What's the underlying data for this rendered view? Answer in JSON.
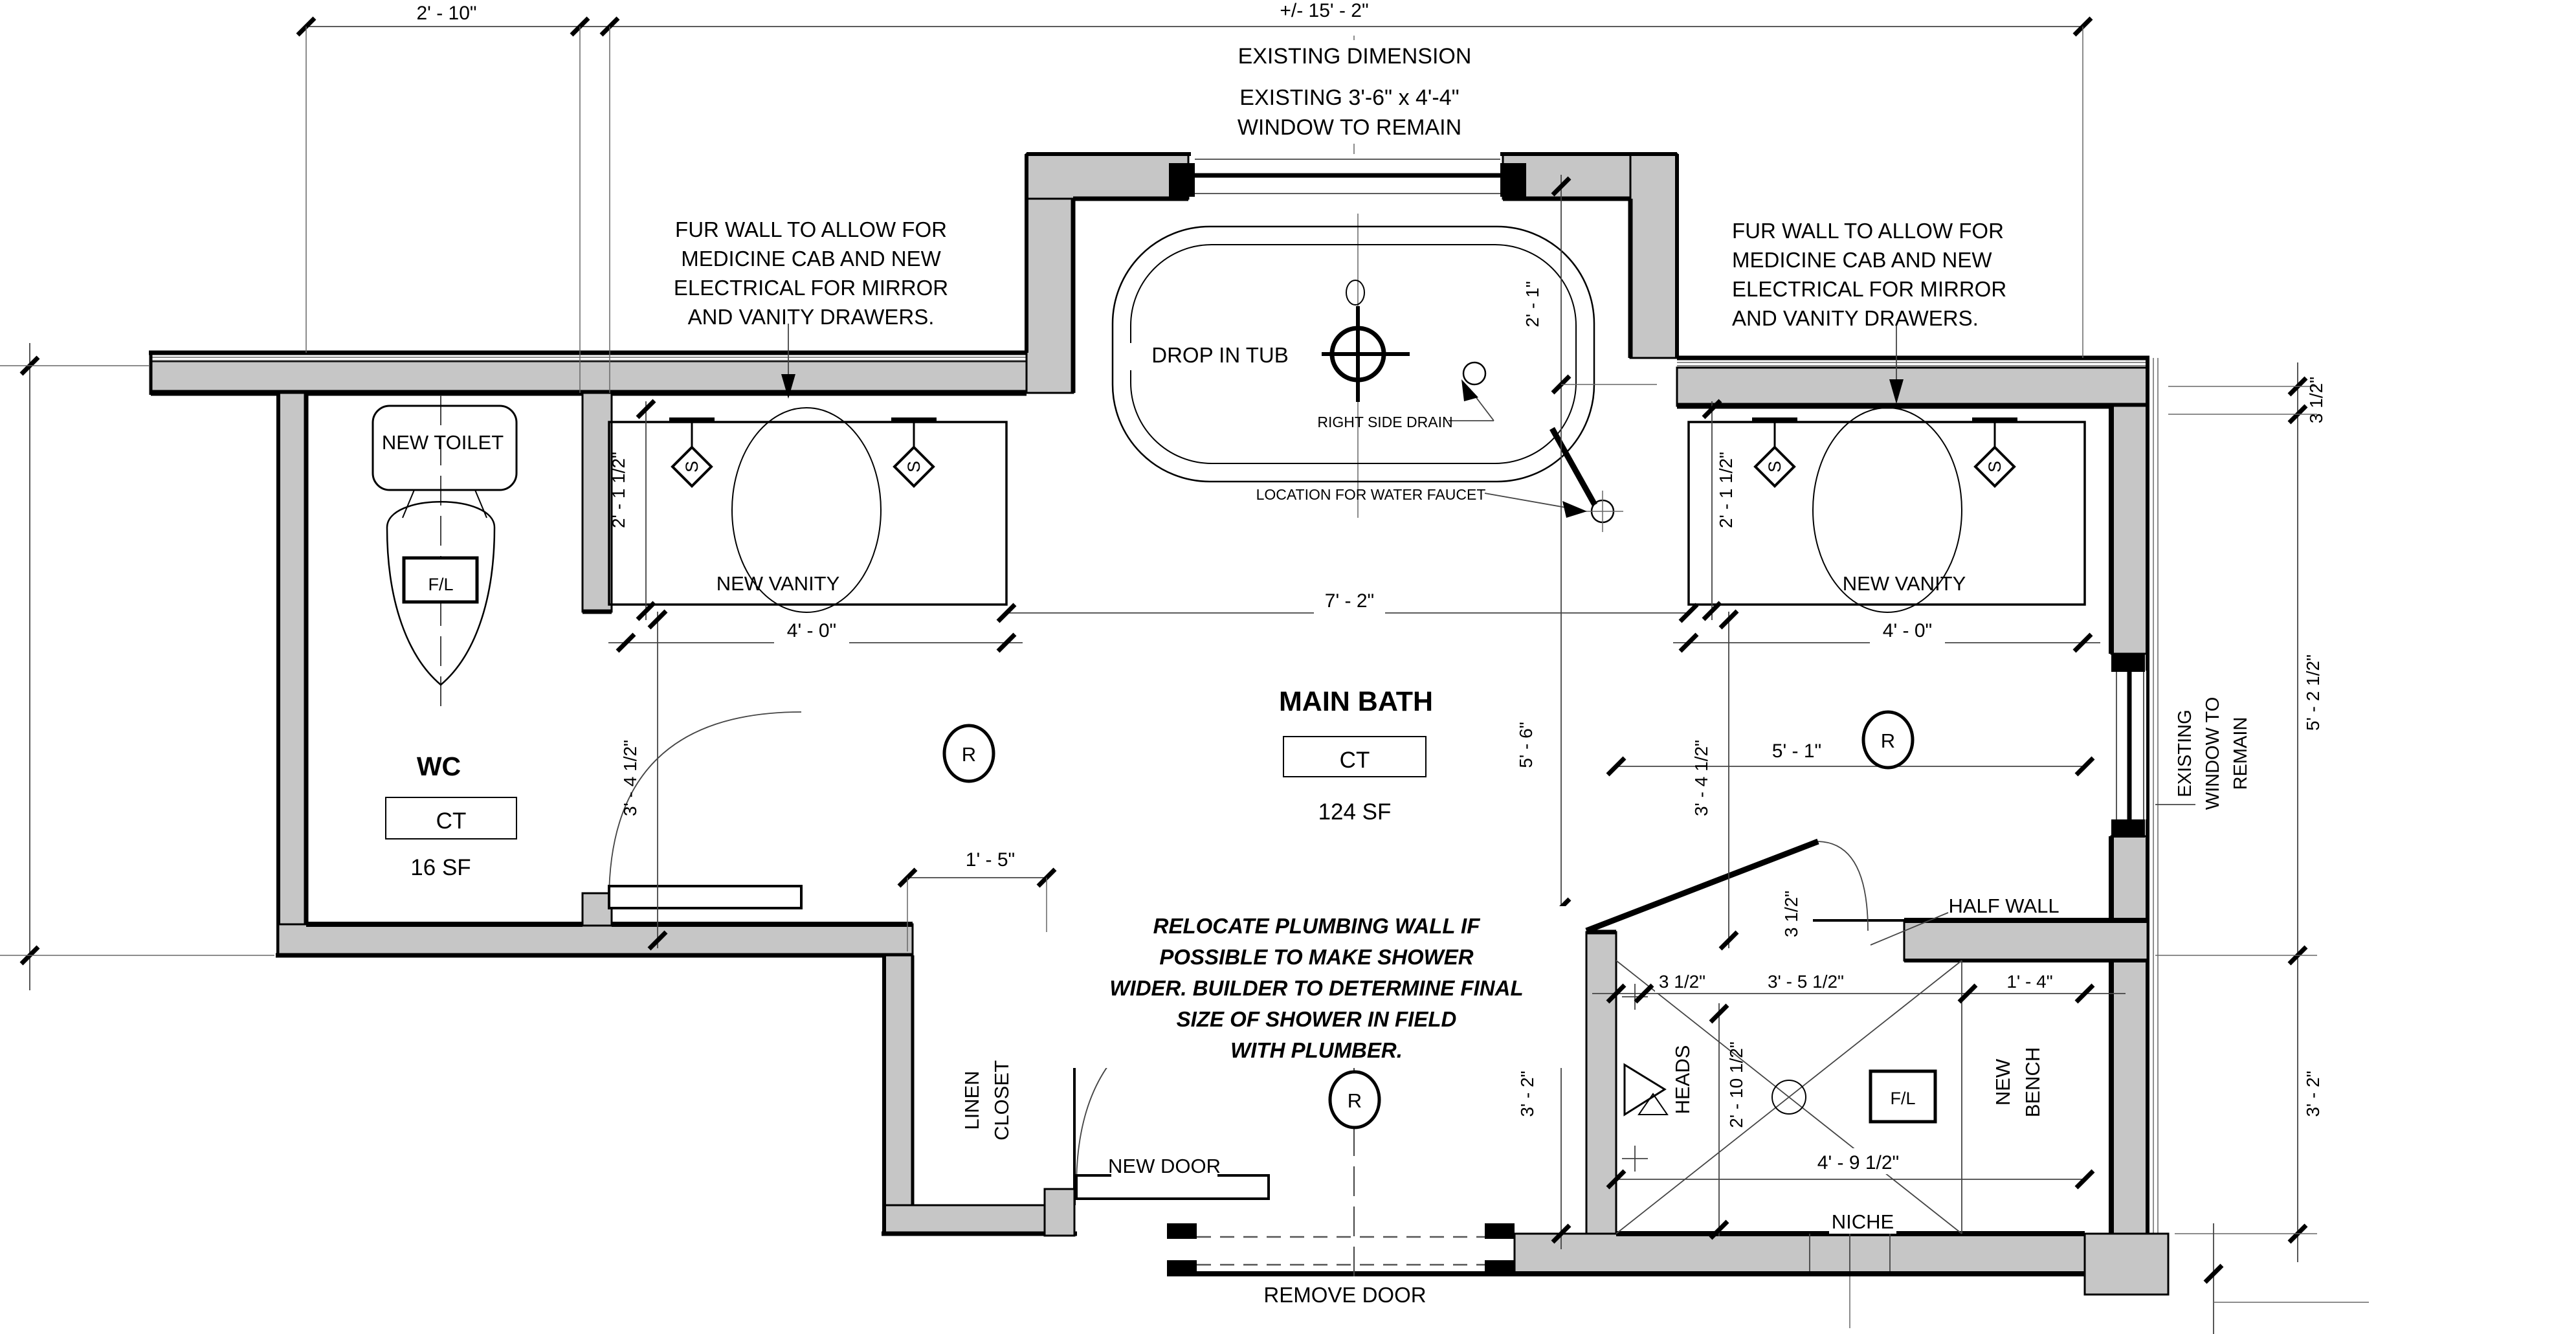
{
  "colors": {
    "wall_fill": "#c6c6c6",
    "line": "#000000",
    "dim_line": "#444444",
    "background": "#ffffff"
  },
  "header_dims": {
    "dim_2_10": "2' - 10\"",
    "dim_15_2": "+/- 15' - 2\""
  },
  "top_notes": {
    "existing_dimension": "EXISTING DIMENSION",
    "existing_window_line1": "EXISTING 3'-6\" x 4'-4\"",
    "existing_window_line2": "WINDOW TO REMAIN"
  },
  "fur_wall_note": {
    "lines": [
      "FUR WALL TO ALLOW FOR",
      "MEDICINE CAB AND NEW",
      "ELECTRICAL FOR MIRROR",
      "AND  VANITY DRAWERS."
    ]
  },
  "tub": {
    "label": "DROP IN TUB",
    "drain_note": "RIGHT SIDE DRAIN",
    "faucet_note": "LOCATION FOR WATER FAUCET",
    "dim_2_1": "2' - 1\""
  },
  "wc": {
    "toilet_label": "NEW TOILET",
    "room_name": "WC",
    "finish": "CT",
    "area": "16 SF",
    "dim_2_1_5": "2' - 1 1/2\"",
    "dim_3_4_5": "3' - 4 1/2\"",
    "door_dim": "1' - 5\""
  },
  "vanity_left": {
    "label": "NEW VANITY",
    "dim_width": "4' - 0\"",
    "dim_depth": "2' - 1 1/2\"",
    "dim_3_4_5": "3' - 4 1/2\""
  },
  "vanity_right": {
    "label": "NEW VANITY",
    "dim_width": "4' - 0\"",
    "dim_depth": "2' - 1 1/2\"",
    "dim_3_4_5": "3' - 4 1/2\""
  },
  "main_bath": {
    "room_name": "MAIN BATH",
    "finish": "CT",
    "area": "124 SF",
    "dim_7_2": "7' - 2\"",
    "dim_5_6": "5' - 6\"",
    "dim_5_1": "5' - 1\""
  },
  "plumbing_note": {
    "lines": [
      "RELOCATE PLUMBING WALL IF",
      "POSSIBLE TO MAKE SHOWER",
      "WIDER. BUILDER TO DETERMINE FINAL",
      "SIZE OF SHOWER IN FIELD",
      "WITH PLUMBER."
    ]
  },
  "shower": {
    "half_wall": "HALF WALL",
    "heads": "HEADS",
    "niche": "NICHE",
    "bench_lines": [
      "NEW",
      "BENCH"
    ],
    "dim_3_5": "3 1/2\"",
    "dim_3_5_5": "3' - 5 1/2\"",
    "dim_1_4": "1' - 4\"",
    "dim_3_5_rot": "3 1/2\"",
    "dim_2_10_5": "2' - 10 1/2\"",
    "dim_4_9_5": "4' - 9 1/2\"",
    "dim_3_2_left": "3' - 2\"",
    "dim_3_2_right": "3' - 2\""
  },
  "right_side": {
    "dim_3_5": "3 1/2\"",
    "dim_5_2_5": "5' - 2 1/2\"",
    "window_lines": [
      "EXISTING",
      "WINDOW TO",
      "REMAIN"
    ]
  },
  "closet": {
    "lines": [
      "LINEN",
      "CLOSET"
    ]
  },
  "doors": {
    "new_door": "NEW DOOR",
    "remove_door": "REMOVE DOOR"
  },
  "symbols": {
    "fl": "F/L",
    "sconce": "S",
    "switch_r": "R"
  }
}
